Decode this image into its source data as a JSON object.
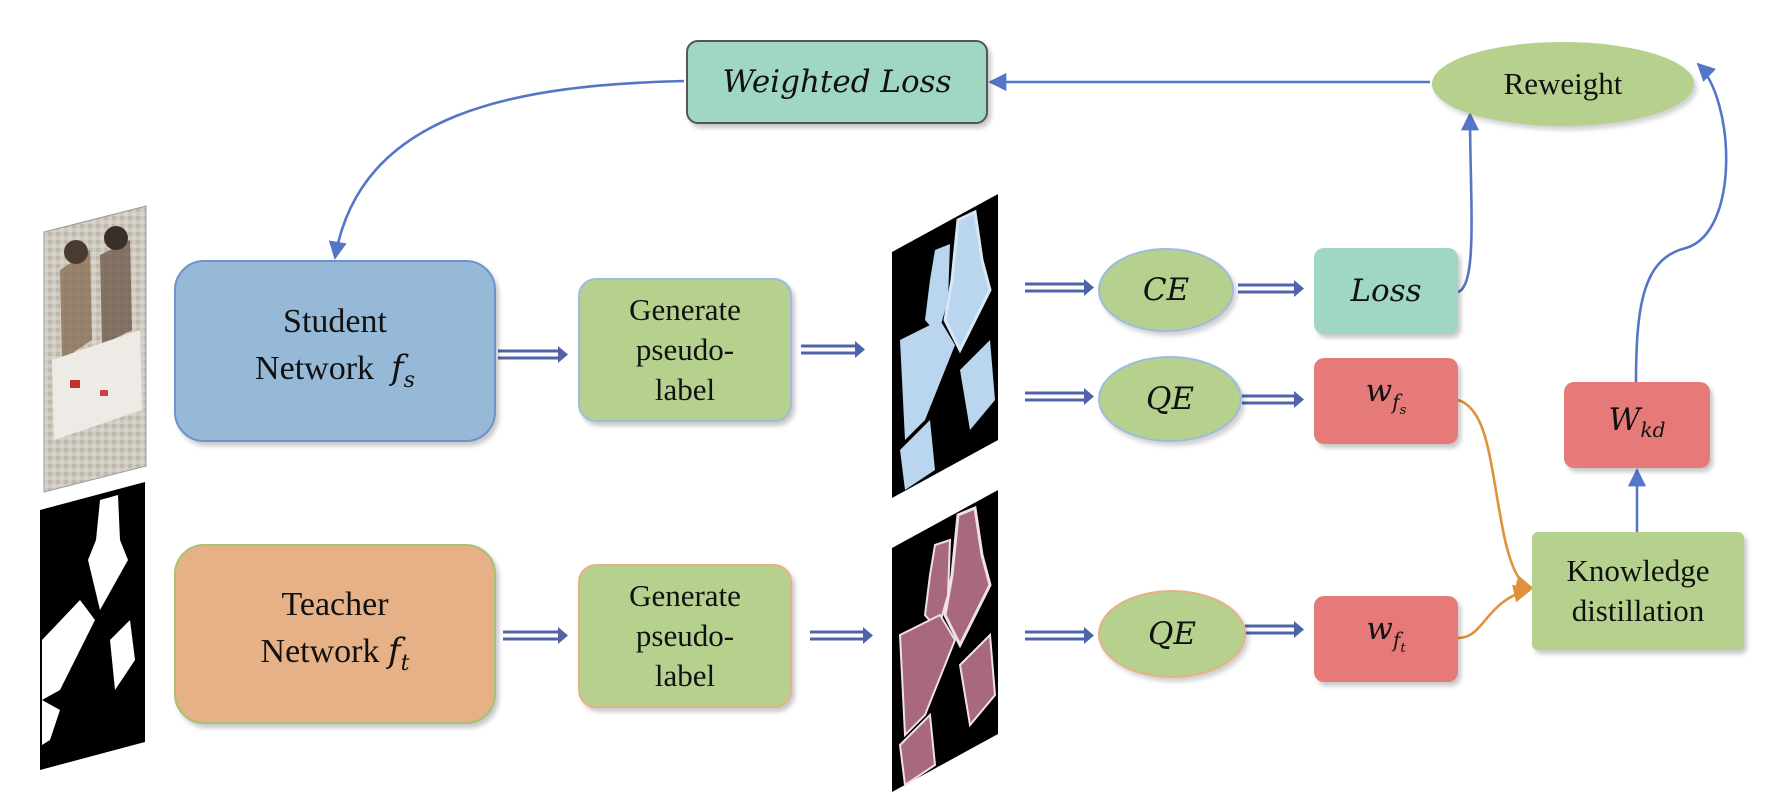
{
  "nodes": {
    "weighted_loss": "Weighted Loss",
    "reweight": "Reweight",
    "student": {
      "line1": "Student",
      "line2": "Network",
      "symbol": "f",
      "sub": "s"
    },
    "teacher": {
      "line1": "Teacher",
      "line2": "Network",
      "symbol": "f",
      "sub": "t"
    },
    "gen_student": {
      "line1": "Generate",
      "line2": "pseudo-",
      "line3": "label"
    },
    "gen_teacher": {
      "line1": "Generate",
      "line2": "pseudo-",
      "line3": "label"
    },
    "ce": "CE",
    "loss": "Loss",
    "qe_student": "QE",
    "qe_teacher": "QE",
    "w_fs": {
      "symbol": "w",
      "sub": "f",
      "subsub": "s"
    },
    "w_ft": {
      "symbol": "w",
      "sub": "f",
      "subsub": "t"
    },
    "w_kd": {
      "symbol": "W",
      "sub": "kd"
    },
    "kd": {
      "line1": "Knowledge",
      "line2": "distillation"
    }
  },
  "colors": {
    "blue_box": "#96b9d8",
    "orange_box": "#e6b186",
    "green_box": "#b6d08e",
    "teal_box": "#9fd7c4",
    "red_box": "#e67a78",
    "arrow_blue": "#5576c8",
    "arrow_orange": "#e0913a"
  }
}
